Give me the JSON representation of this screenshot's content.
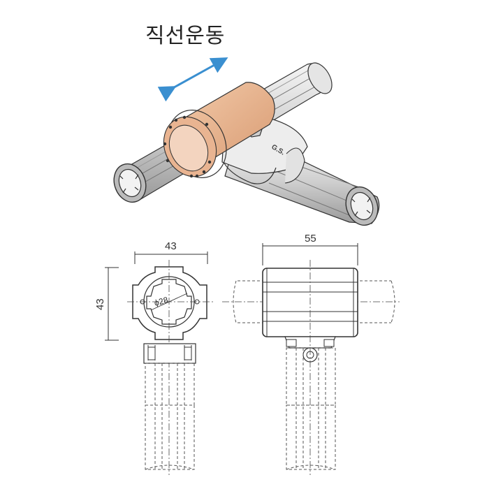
{
  "title": "직선운동",
  "brand_mark": "G.S.",
  "dimensions": {
    "side_width": "43",
    "side_height": "43",
    "inner_diameter": "ϕ28",
    "front_width": "55"
  },
  "colors": {
    "arrow": "#3a8fd0",
    "sleeve": "#e8b896",
    "pipe": "#d8d8d8",
    "line": "#333333"
  }
}
